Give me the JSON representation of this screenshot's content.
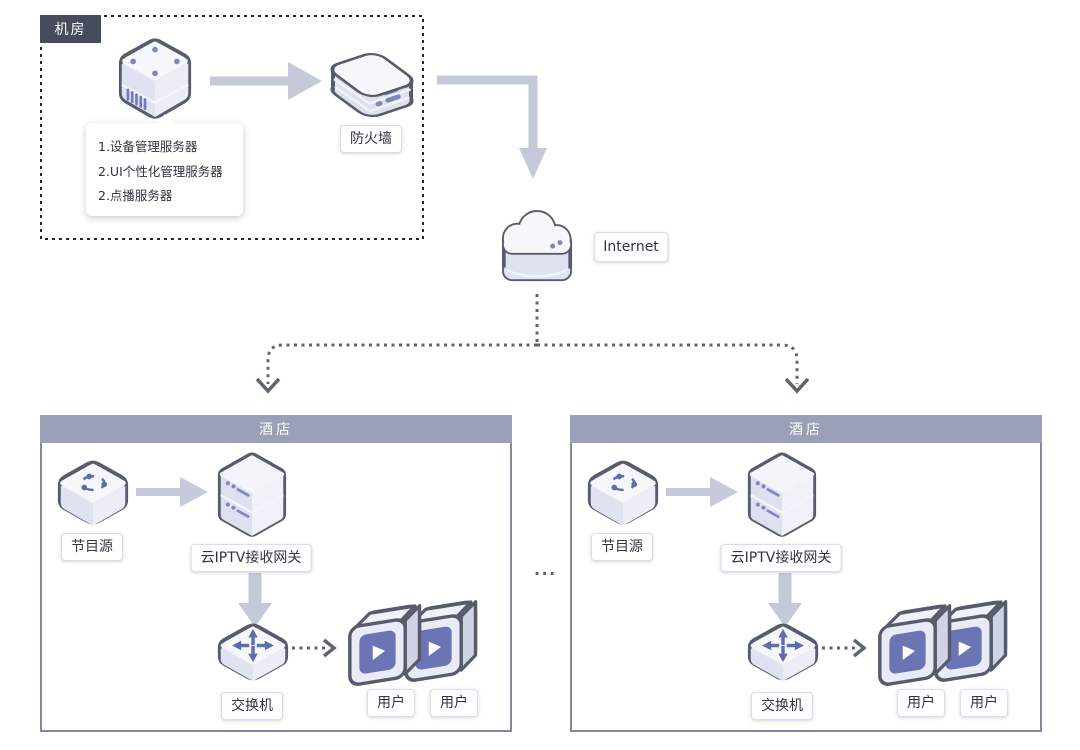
{
  "colors": {
    "accent_blue": "#6b74b4",
    "icon_outline": "#575c6c",
    "arrow": "#c5c9d9",
    "dotted": "#5d6472",
    "hotel_header_bg": "#9aa0b7",
    "room_tab_bg": "#474c5c"
  },
  "machine_room": {
    "label": "机房",
    "note_lines": [
      "1.设备管理服务器",
      "2.UI个性化管理服务器",
      "2.点播服务器"
    ],
    "firewall_label": "防火墙"
  },
  "internet": {
    "label": "Internet"
  },
  "ellipsis": "...",
  "hotels": [
    {
      "title": "酒店",
      "source_label": "节目源",
      "gateway_label": "云IPTV接收网关",
      "switch_label": "交换机",
      "user_labels": [
        "用户",
        "用户"
      ]
    },
    {
      "title": "酒店",
      "source_label": "节目源",
      "gateway_label": "云IPTV接收网关",
      "switch_label": "交换机",
      "user_labels": [
        "用户",
        "用户"
      ]
    }
  ]
}
